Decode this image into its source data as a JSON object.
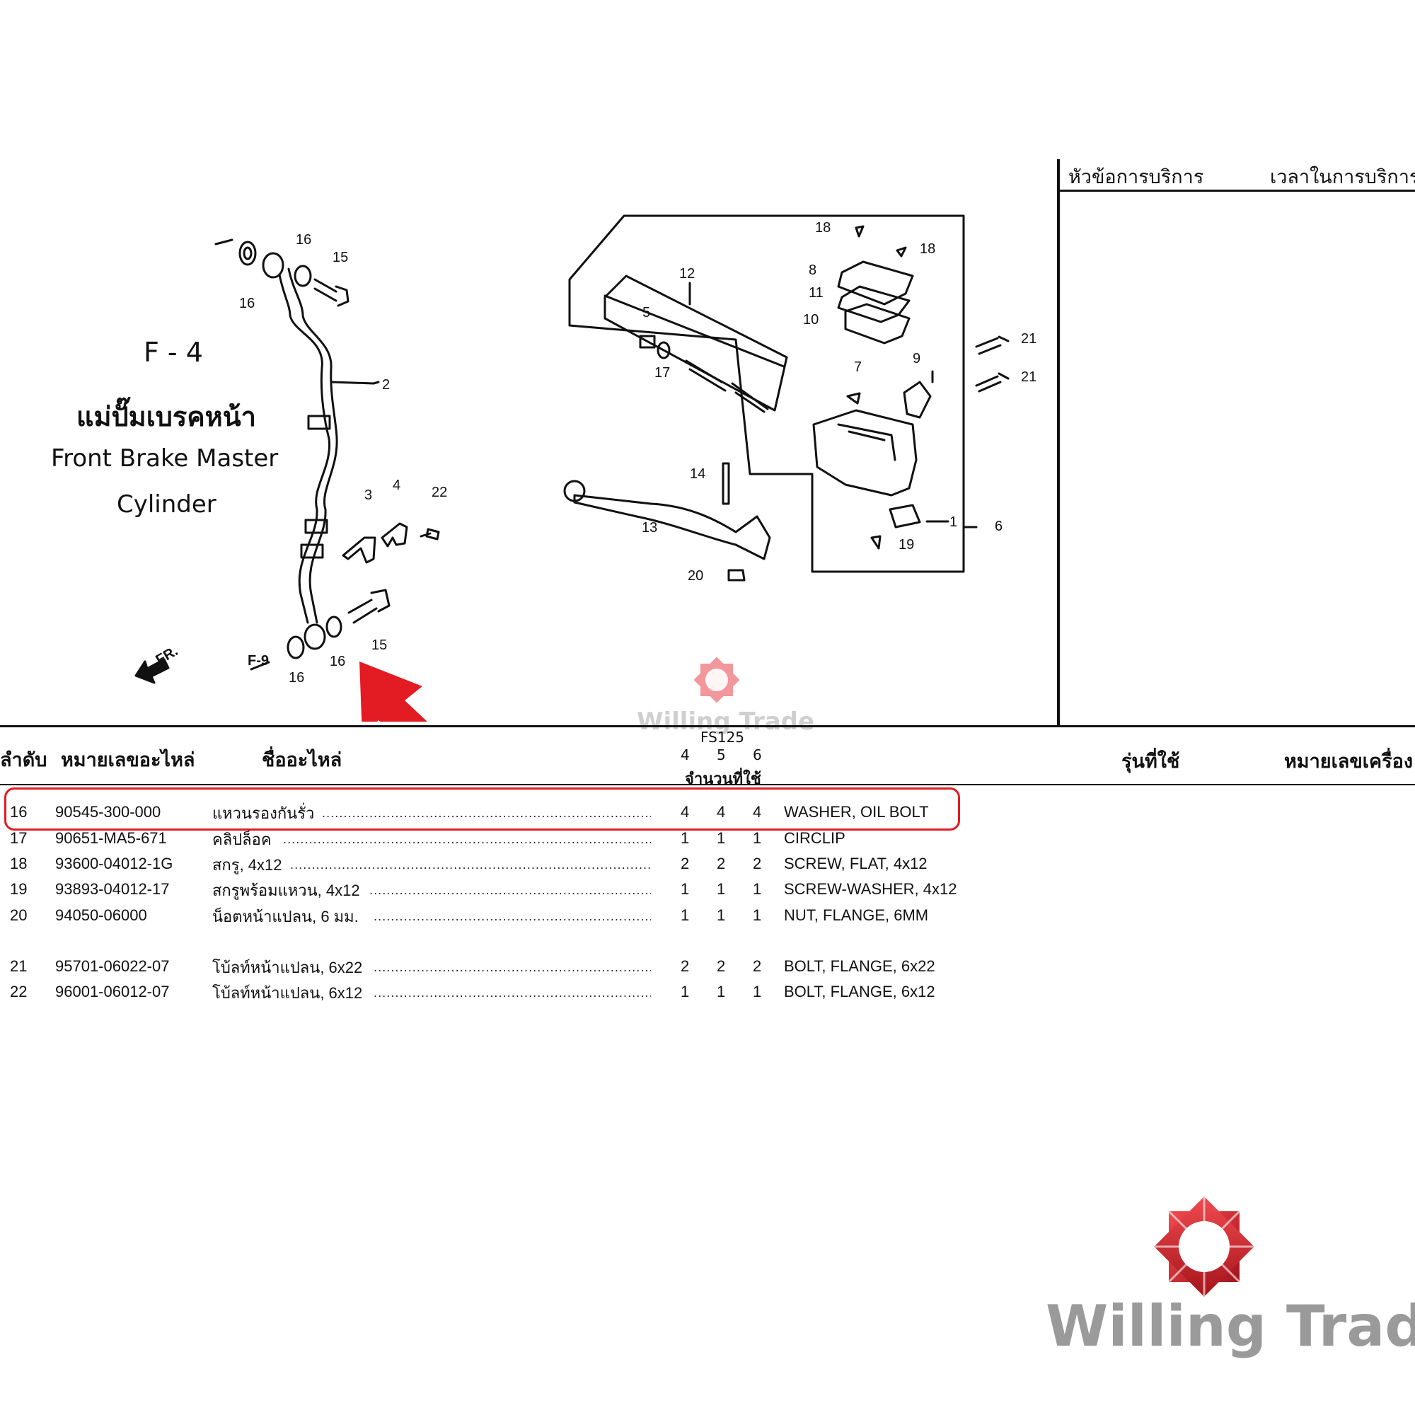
{
  "service_header": {
    "topic_label": "หัวข้อการบริการ",
    "time_label": "เวลาในการบริการ"
  },
  "figure": {
    "code": "F - 4",
    "title_th": "แม่ปั๊มเบรคหน้า",
    "title_en_line1": "Front Brake Master",
    "title_en_line2": "Cylinder",
    "direction_label": "FR.",
    "ref_label": "F-9",
    "callouts": {
      "c1": "1",
      "c2": "2",
      "c3": "3",
      "c4": "4",
      "c5": "5",
      "c6": "6",
      "c7": "7",
      "c8": "8",
      "c9": "9",
      "c10": "10",
      "c11": "11",
      "c12": "12",
      "c13": "13",
      "c14": "14",
      "c15a": "15",
      "c15b": "15",
      "c16a": "16",
      "c16b": "16",
      "c16c": "16",
      "c16d": "16",
      "c17": "17",
      "c18a": "18",
      "c18b": "18",
      "c19": "19",
      "c20": "20",
      "c21a": "21",
      "c21b": "21",
      "c22": "22"
    }
  },
  "table": {
    "headers": {
      "no": "ลำดับ",
      "part_no": "หมายเลขอะไหล่",
      "part_name": "ชื่ออะไหล่",
      "model": "FS125",
      "col4": "4",
      "col5": "5",
      "col6": "6",
      "qty": "จำนวนที่ใช้",
      "applies": "รุ่นที่ใช้",
      "engine_no": "หมายเลขเครื่อง"
    },
    "rows": [
      {
        "no": "16",
        "part_no": "90545-300-000",
        "name_th": "แหวนรองกันรั่ว",
        "q4": "4",
        "q5": "4",
        "q6": "4",
        "name_en": "WASHER, OIL BOLT"
      },
      {
        "no": "17",
        "part_no": "90651-MA5-671",
        "name_th": "คลิปล็อค",
        "q4": "1",
        "q5": "1",
        "q6": "1",
        "name_en": "CIRCLIP"
      },
      {
        "no": "18",
        "part_no": "93600-04012-1G",
        "name_th": "สกรู, 4x12",
        "q4": "2",
        "q5": "2",
        "q6": "2",
        "name_en": "SCREW, FLAT, 4x12"
      },
      {
        "no": "19",
        "part_no": "93893-04012-17",
        "name_th": "สกรูพร้อมแหวน, 4x12",
        "q4": "1",
        "q5": "1",
        "q6": "1",
        "name_en": "SCREW-WASHER, 4x12"
      },
      {
        "no": "20",
        "part_no": "94050-06000",
        "name_th": "น็อตหน้าแปลน, 6 มม.",
        "q4": "1",
        "q5": "1",
        "q6": "1",
        "name_en": "NUT, FLANGE, 6MM"
      },
      {
        "no": "21",
        "part_no": "95701-06022-07",
        "name_th": "โบ้ลท์หน้าแปลน, 6x22",
        "q4": "2",
        "q5": "2",
        "q6": "2",
        "name_en": "BOLT, FLANGE, 6x22"
      },
      {
        "no": "22",
        "part_no": "96001-06012-07",
        "name_th": "โบ้ลท์หน้าแปลน, 6x12",
        "q4": "1",
        "q5": "1",
        "q6": "1",
        "name_en": "BOLT, FLANGE, 6x12"
      }
    ],
    "leader_dots": "................................................................................................................................................................................................................"
  },
  "watermark": {
    "text": "Willing Trade"
  },
  "logo": {
    "text": "Willing Trade"
  },
  "colors": {
    "highlight": "#e31b23",
    "logo_red": "#d42027",
    "logo_gray": "#9a9a9a"
  }
}
